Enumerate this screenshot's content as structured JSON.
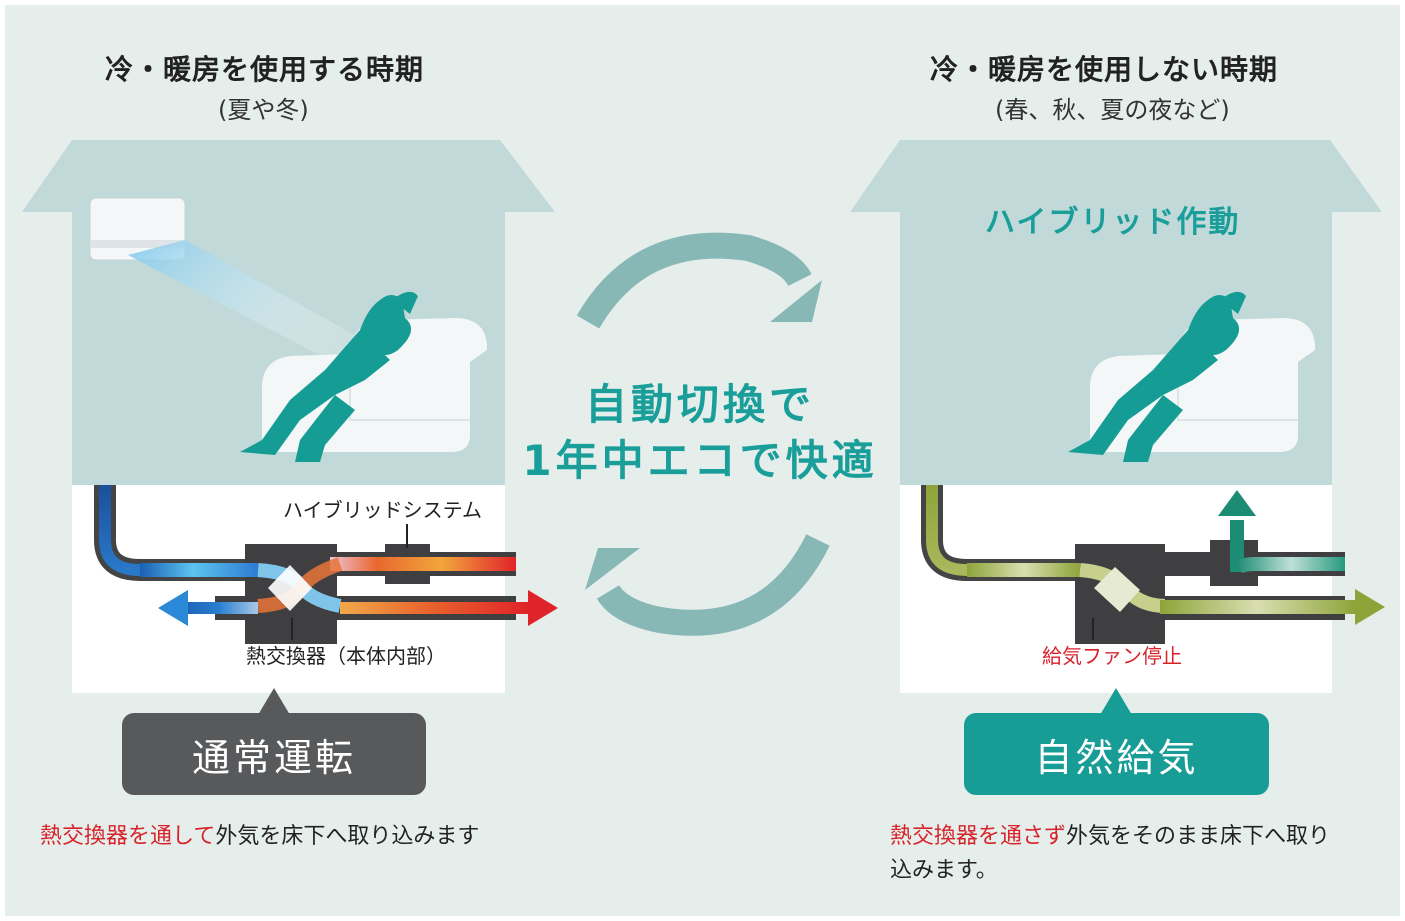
{
  "left": {
    "title": "冷・暖房を使用する時期",
    "subtitle": "(夏や冬)",
    "system_label": "ハイブリッドシステム",
    "exchanger_label": "熱交換器（本体内部）",
    "badge": "通常運転",
    "desc_red": "熱交換器を通して",
    "desc_rest": "外気を床下へ取り込みます"
  },
  "center": {
    "line1": "自動切換で",
    "line2": "1年中エコで快適"
  },
  "right": {
    "title": "冷・暖房を使用しない時期",
    "subtitle": "(春、秋、夏の夜など)",
    "house_label": "ハイブリッド作動",
    "fan_stop_label": "給気ファン停止",
    "badge": "自然給気",
    "desc_red": "熱交換器を通さず",
    "desc_rest": "外気をそのまま床下へ取り込みます。"
  },
  "colors": {
    "background": "#e6eeec",
    "house": "#c1d9d8",
    "teal": "#1a9e9a",
    "dark_badge": "#58595b",
    "red": "#d8232a"
  }
}
